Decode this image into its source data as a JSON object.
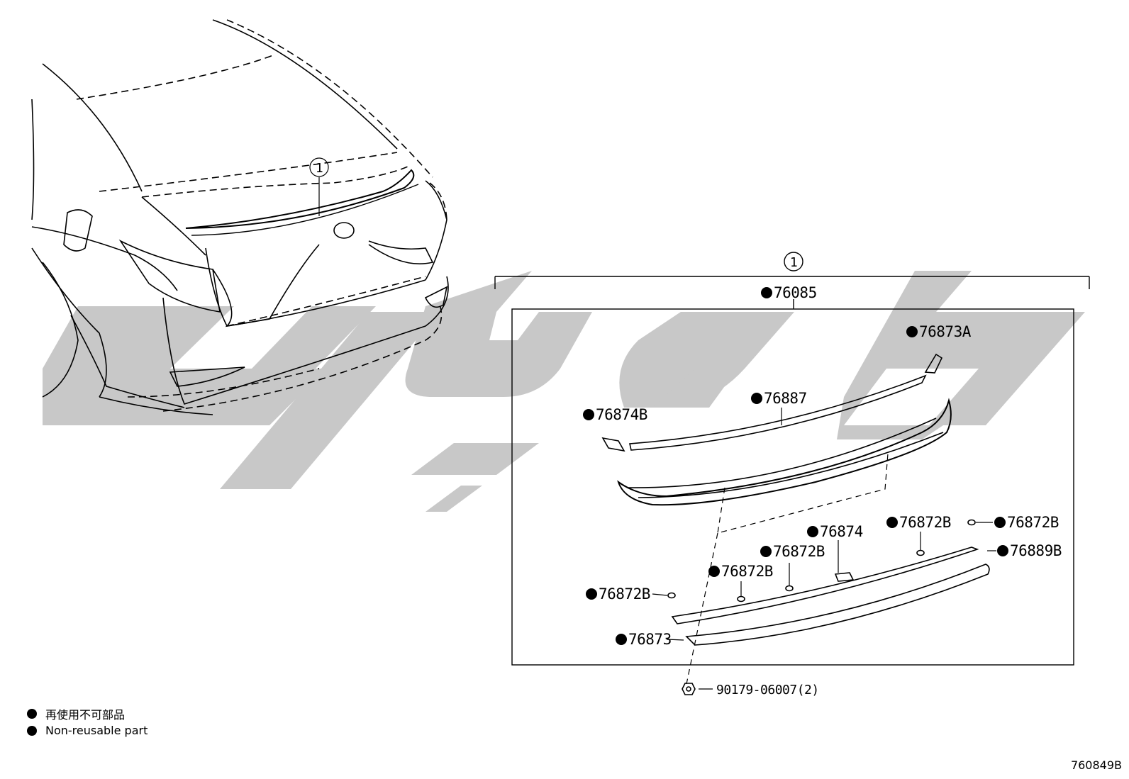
{
  "callouts": {
    "vehicle_ref": "1",
    "assembly_ref": "1"
  },
  "parts": {
    "assembly": "76085",
    "p76873A": "76873A",
    "p76887": "76887",
    "p76874B": "76874B",
    "p76874": "76874",
    "p76872B_a": "76872B",
    "p76872B_b": "76872B",
    "p76872B_c": "76872B",
    "p76872B_d": "76872B",
    "p76872B_e": "76872B",
    "p76889B": "76889B",
    "p76873": "76873",
    "fastener": "90179-06007(2)"
  },
  "legend": {
    "line_jp": "再使用不可部品",
    "line_en": "Non-reusable part"
  },
  "diagram_id": "760849B",
  "colors": {
    "watermark": "#c8c8c8",
    "ink": "#000000"
  }
}
